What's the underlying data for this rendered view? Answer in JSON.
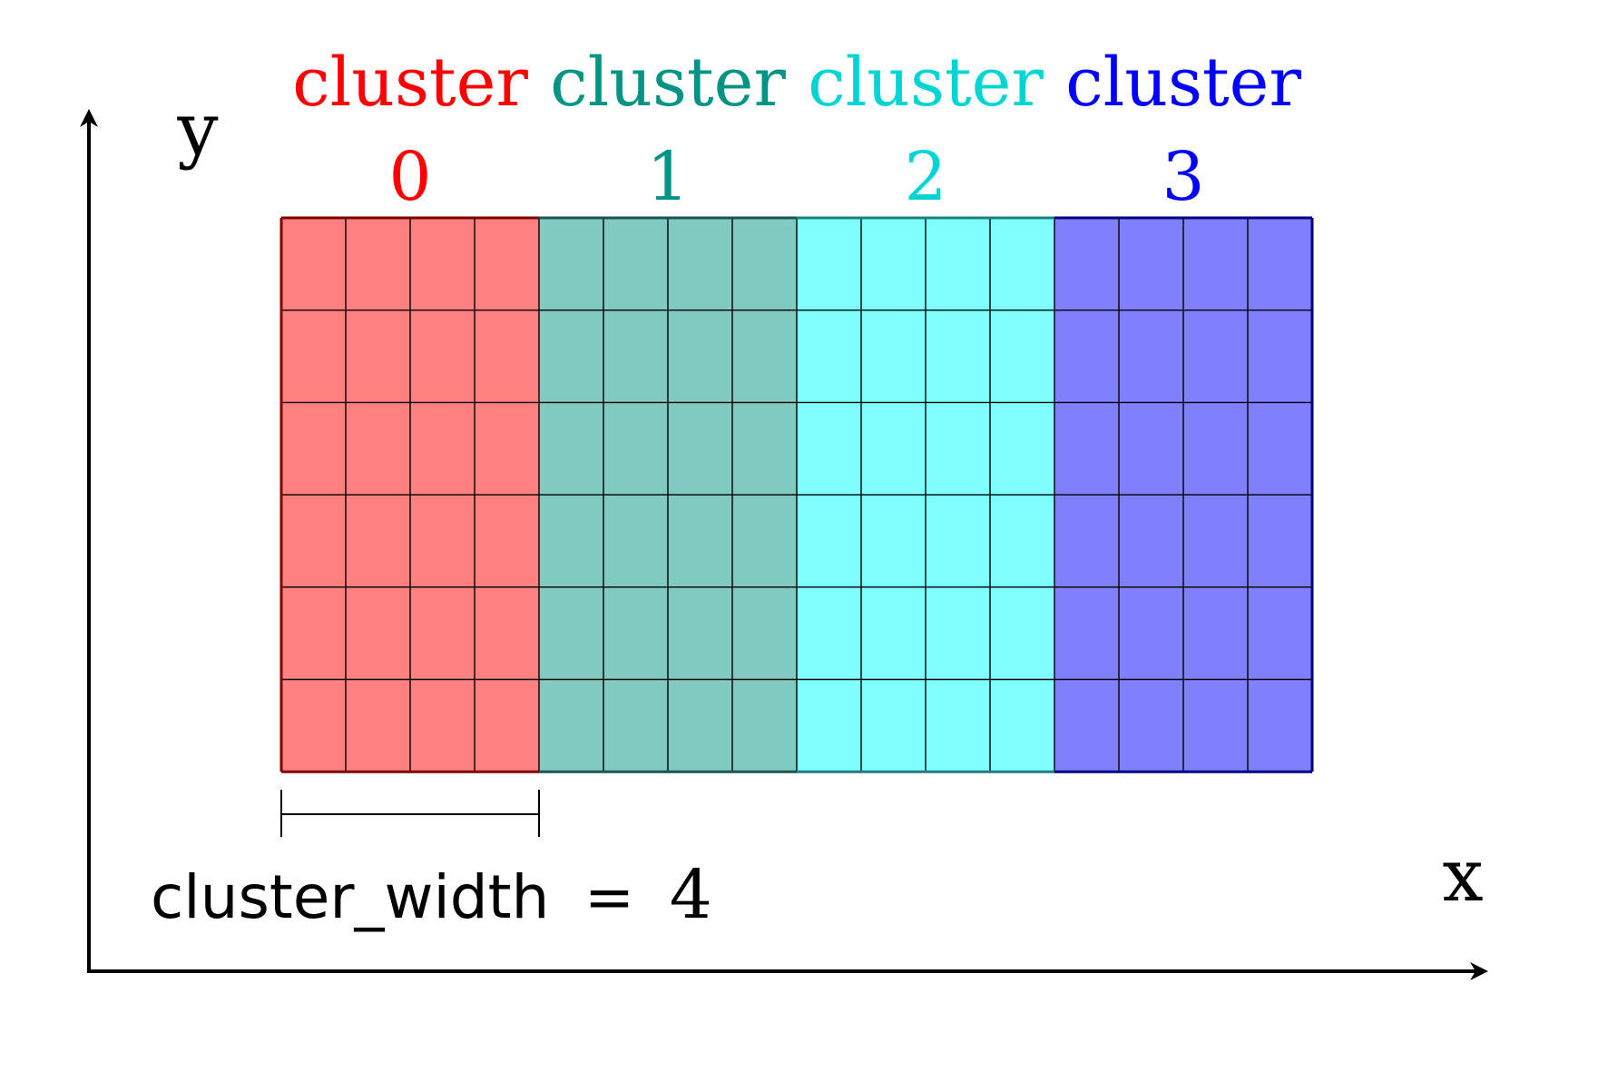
{
  "axes": {
    "x_label": "x",
    "y_label": "y"
  },
  "clusters": [
    {
      "word": "cluster",
      "number": "0",
      "label_color": "#ff0000",
      "fill": "#ff8080",
      "border": "#800000"
    },
    {
      "word": "cluster",
      "number": "1",
      "label_color": "#009485",
      "fill": "#80cac2",
      "border": "#1a5550"
    },
    {
      "word": "cluster",
      "number": "2",
      "label_color": "#00d5d5",
      "fill": "#80ffff",
      "border": "#1f7f7f"
    },
    {
      "word": "cluster",
      "number": "3",
      "label_color": "#0000ff",
      "fill": "#8080ff",
      "border": "#000080"
    }
  ],
  "grid": {
    "columns_per_cluster": 4,
    "rows": 6
  },
  "width_annotation": {
    "name": "cluster_width",
    "operator": "=",
    "value": "4"
  }
}
